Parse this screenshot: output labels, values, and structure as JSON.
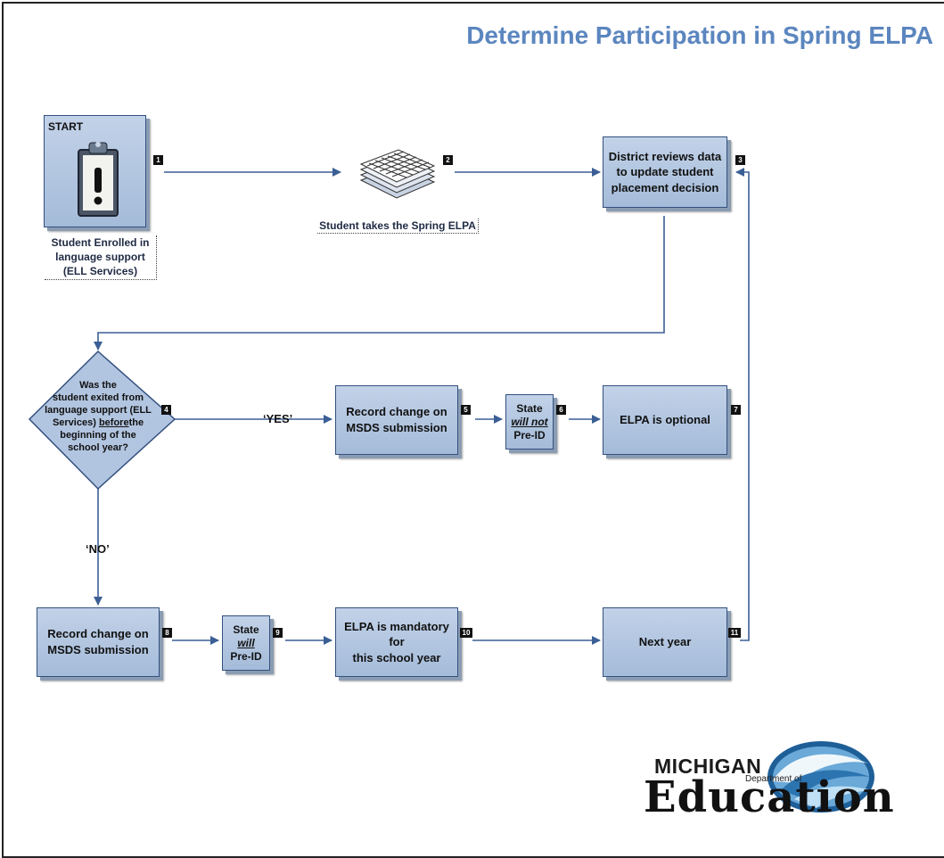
{
  "title": "Determine Participation in Spring ELPA",
  "start": {
    "label": "START",
    "caption": [
      "Student Enrolled in",
      "language support",
      "(ELL Services)"
    ]
  },
  "step2": {
    "caption": "Student takes the Spring ELPA"
  },
  "step3": {
    "lines": [
      "District reviews data",
      "to update student",
      "placement decision"
    ]
  },
  "step4": {
    "lines": [
      "Was the",
      "student exited from",
      "language support (ELL",
      "Services)",
      "before",
      "the",
      "beginning of the",
      "school year?"
    ]
  },
  "step5": {
    "lines": [
      "Record change on",
      "MSDS submission"
    ]
  },
  "step6": {
    "lines": [
      "State",
      "will not",
      "Pre-ID"
    ]
  },
  "step7": {
    "label": "ELPA is optional"
  },
  "step8": {
    "lines": [
      "Record change on",
      "MSDS submission"
    ]
  },
  "step9": {
    "lines": [
      "State",
      "will",
      "Pre-ID"
    ]
  },
  "step10": {
    "lines": [
      "ELPA is mandatory for",
      "this school year"
    ]
  },
  "step11": {
    "label": "Next year"
  },
  "labels": {
    "yes": "‘YES’",
    "no": "‘NO’"
  },
  "numbers": [
    "1",
    "2",
    "3",
    "4",
    "5",
    "6",
    "7",
    "8",
    "9",
    "10",
    "11"
  ],
  "logo": {
    "line1": "MICHIGAN",
    "line2": "Department of",
    "line3": "Education"
  },
  "colors": {
    "box_fill": "#b2c5e0",
    "box_border": "#33507f",
    "title": "#5b86bf",
    "arrow": "#3b5f95"
  }
}
